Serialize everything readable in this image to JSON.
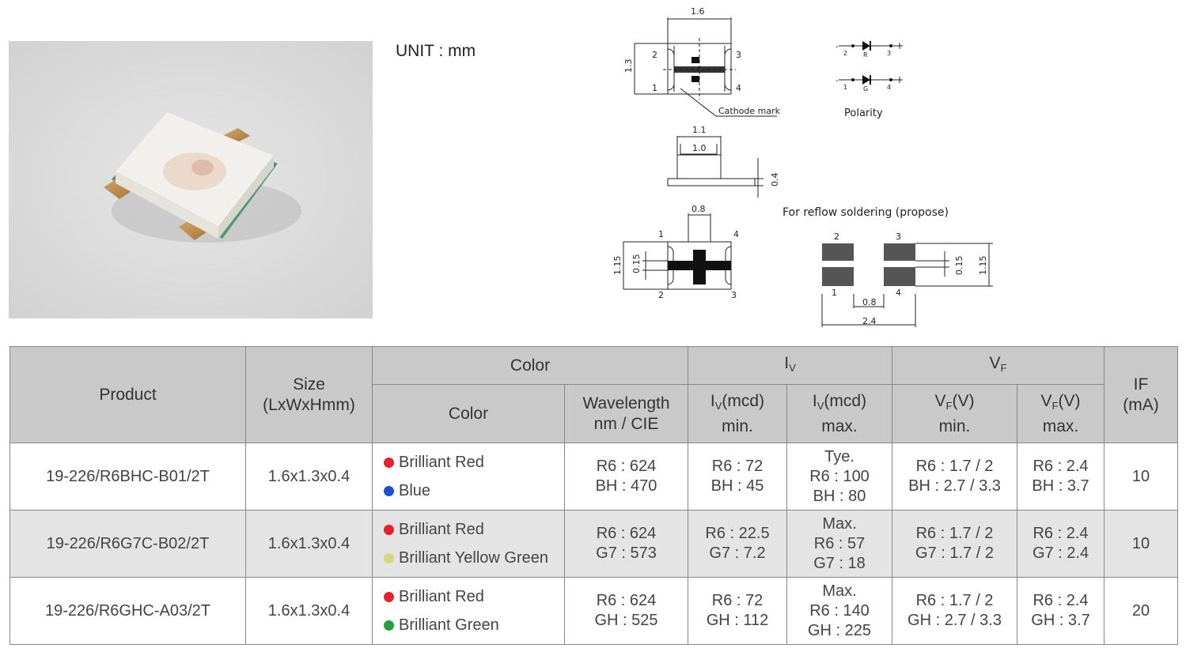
{
  "unit_label": "UNIT : mm",
  "drawing": {
    "top_width": "1.6",
    "top_height": "1.3",
    "pin2": "2",
    "pin3": "3",
    "pin1": "1",
    "pin4": "4",
    "cathode_mark": "Cathode mark",
    "polarity_label": "Polarity",
    "pol_r": "R",
    "pol_g": "G",
    "pol_2": "2",
    "pol_3": "3",
    "pol_1": "1",
    "pol_4": "4",
    "plus": "+",
    "minus": "-",
    "side_w1": "1.1",
    "side_w2": "1.0",
    "side_h": "0.4",
    "bot_gap": "0.8",
    "bot_h": "1.15",
    "bot_slot": "0.15",
    "reflow_label": "For reflow soldering (propose)",
    "pad_gap": "0.8",
    "pad_h": "1.15",
    "pad_slot": "0.15",
    "pad_total": "2.4"
  },
  "table": {
    "headers": {
      "product": "Product",
      "size_line1": "Size",
      "size_line2": "(LxWxHmm)",
      "color_group": "Color",
      "iv_group_main": "I",
      "iv_group_sub": "V",
      "vf_group_main": "V",
      "vf_group_sub": "F",
      "if_line1": "IF",
      "if_line2": "(mA)",
      "color": "Color",
      "wl_line1": "Wavelength",
      "wl_line2": "nm / CIE",
      "iv_main": "I",
      "iv_sub": "V",
      "iv_unit": "(mcd)",
      "min": "min.",
      "max": "max.",
      "vf_main": "V",
      "vf_sub": "F",
      "vf_unit": "(V)"
    },
    "rows": [
      {
        "product": "19-226/R6BHC-B01/2T",
        "size": "1.6x1.3x0.4",
        "colors": [
          {
            "name": "Brilliant Red",
            "dot": "#e8202a"
          },
          {
            "name": "Blue",
            "dot": "#1a4fd6"
          }
        ],
        "wavelength": [
          "R6 : 624",
          "BH : 470"
        ],
        "iv_min": [
          "R6 : 72",
          "BH : 45"
        ],
        "iv_max": [
          "Tye.",
          "R6 : 100",
          "BH : 80"
        ],
        "vf_min": [
          "R6 : 1.7 / 2",
          "BH : 2.7 / 3.3"
        ],
        "vf_max": [
          "R6 : 2.4",
          "BH : 3.7"
        ],
        "if": "10"
      },
      {
        "product": "19-226/R6G7C-B02/2T",
        "size": "1.6x1.3x0.4",
        "colors": [
          {
            "name": "Brilliant Red",
            "dot": "#e8202a"
          },
          {
            "name": "Brilliant Yellow Green",
            "dot": "#d7d77a"
          }
        ],
        "wavelength": [
          "R6 : 624",
          "G7 : 573"
        ],
        "iv_min": [
          "R6 : 22.5",
          "G7 : 7.2"
        ],
        "iv_max": [
          "Max.",
          "R6 : 57",
          "G7 : 18"
        ],
        "vf_min": [
          "R6 : 1.7 / 2",
          "G7 : 1.7 / 2"
        ],
        "vf_max": [
          "R6 : 2.4",
          "G7 : 2.4"
        ],
        "if": "10"
      },
      {
        "product": "19-226/R6GHC-A03/2T",
        "size": "1.6x1.3x0.4",
        "colors": [
          {
            "name": "Brilliant Red",
            "dot": "#e8202a"
          },
          {
            "name": "Brilliant Green",
            "dot": "#1fa23a"
          }
        ],
        "wavelength": [
          "R6 : 624",
          "GH : 525"
        ],
        "iv_min": [
          "R6 : 72",
          "GH : 112"
        ],
        "iv_max": [
          "Max.",
          "R6 : 140",
          "GH : 225"
        ],
        "vf_min": [
          "R6 : 1.7 / 2",
          "GH : 2.7 / 3.3"
        ],
        "vf_max": [
          "R6 : 2.4",
          "GH : 3.7"
        ],
        "if": "20"
      }
    ]
  }
}
